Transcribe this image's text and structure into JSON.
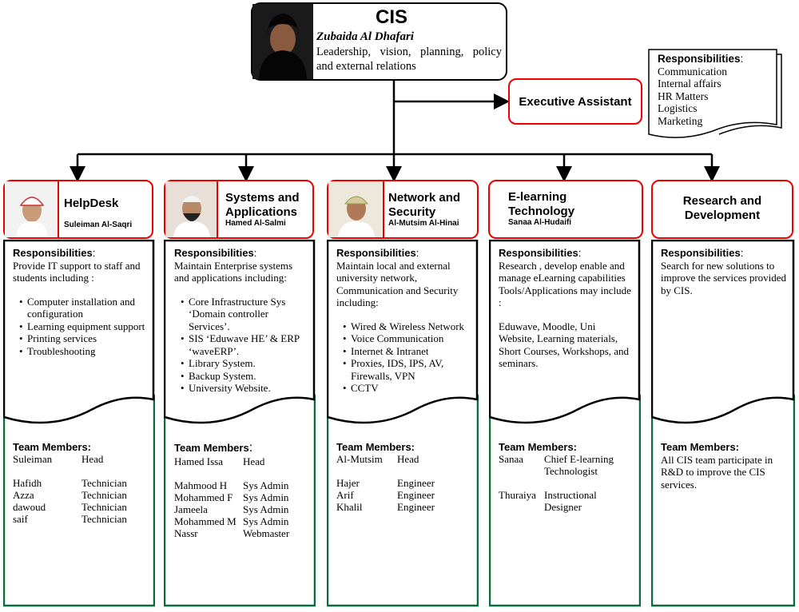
{
  "cis": {
    "title": "CIS",
    "name": "Zubaida  Al Dhafari",
    "description": "Leadership, vision, planning, policy and external relations"
  },
  "executive_assistant": {
    "label": "Executive Assistant",
    "responsibilities_title": "Responsibilities",
    "responsibilities": [
      "Communication",
      "Internal affairs",
      "HR Matters",
      "Logistics",
      "Marketing"
    ]
  },
  "columns": [
    {
      "title": "HelpDesk",
      "head": "Suleiman Al-Saqri",
      "resp_title": "Responsibilities",
      "resp_intro": "Provide IT support to staff and students including :",
      "resp_items": [
        "Computer installation  and configuration",
        "Learning equipment support",
        "Printing services",
        "Troubleshooting"
      ],
      "team_title": "Team Members:",
      "team": [
        {
          "name": "Suleiman",
          "role": "Head"
        },
        {
          "name": "",
          "role": ""
        },
        {
          "name": "Hafidh",
          "role": "Technician"
        },
        {
          "name": "Azza",
          "role": "Technician"
        },
        {
          "name": "dawoud",
          "role": "Technician"
        },
        {
          "name": "saif",
          "role": "Technician"
        }
      ]
    },
    {
      "title": "Systems and Applications",
      "head": "Hamed Al-Salmi",
      "resp_title": "Responsibilities",
      "resp_intro": "Maintain  Enterprise systems and applications including:",
      "resp_items": [
        "Core Infrastructure Sys ‘Domain controller Services’.",
        "SIS ‘Eduwave HE’  & ERP ‘waveERP’.",
        "Library System.",
        "Backup System.",
        "University  Website."
      ],
      "team_title": "Team Members",
      "team": [
        {
          "name": "Hamed Issa",
          "role": "Head"
        },
        {
          "name": "",
          "role": ""
        },
        {
          "name": "Mahmood H",
          "role": "Sys Admin"
        },
        {
          "name": "Mohammed F",
          "role": "Sys Admin"
        },
        {
          "name": "Jameela",
          "role": "Sys Admin"
        },
        {
          "name": "Mohammed M",
          "role": "Sys Admin"
        },
        {
          "name": "Nassr",
          "role": "Webmaster"
        }
      ]
    },
    {
      "title": "Network and Security",
      "head": "Al-Mutsim Al-Hinai",
      "resp_title": "Responsibilities",
      "resp_intro": "Maintain  local and external university network, Communication and Security including:",
      "resp_items": [
        "Wired  & Wireless Network",
        "Voice Communication",
        "Internet & Intranet",
        "Proxies, IDS, IPS,  AV, Firewalls, VPN",
        "CCTV"
      ],
      "team_title": "Team Members:",
      "team": [
        {
          "name": "Al-Mutsim",
          "role": "Head"
        },
        {
          "name": "",
          "role": ""
        },
        {
          "name": "Hajer",
          "role": "Engineer"
        },
        {
          "name": "Arif",
          "role": "Engineer"
        },
        {
          "name": "Khalil",
          "role": "Engineer"
        }
      ]
    },
    {
      "title": "E-learning Technology",
      "head": "Sanaa Al-Hudaifi",
      "resp_title": "Responsibilities",
      "resp_intro": "Research , develop enable and manage eLearning capabilities Tools/Applications may include :",
      "resp_extra": "Eduwave, Moodle, Uni Website, Learning materials, Short Courses, Workshops, and seminars.",
      "resp_items": [],
      "team_title": "Team Members:",
      "team": [
        {
          "name": "Sanaa",
          "role": "Chief E-learning Technologist"
        },
        {
          "name": "",
          "role": ""
        },
        {
          "name": "Thuraiya",
          "role": "Instructional Designer"
        }
      ]
    },
    {
      "title": "Research and Development",
      "head": "",
      "resp_title": "Responsibilities",
      "resp_intro": "Search for new solutions to improve the services provided by CIS.",
      "resp_items": [],
      "team_title": "Team Members:",
      "team_text": "All CIS team participate in R&D to improve the CIS services."
    }
  ]
}
